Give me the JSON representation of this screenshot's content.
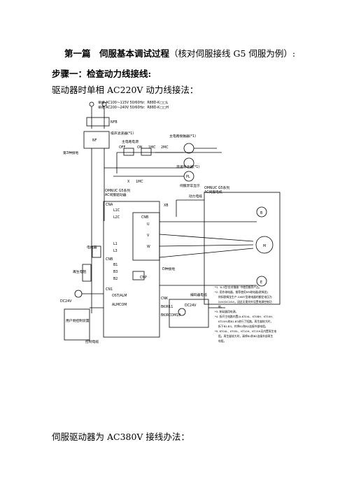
{
  "heading": {
    "title_bold": "第一篇　伺服基本调试过程",
    "title_rest": "（核对伺服接线 G5 伺服为例）:"
  },
  "step1": "步骤一：检查动力线接线:",
  "para_220": "驱动器时单相 AC220V 动力线接法：",
  "para_380": "伺服驱动器为 AC380V 接线办法：",
  "diagram": {
    "power_line1": "单相 AC100～115V 50/60Hz：R88D-K□□L",
    "power_line2": "单相 AC200～240V 50/60Hz：R88D-K□□H",
    "nfb": "NFB",
    "noise_filter": "噪声滤波器(*1)",
    "np": "NF",
    "ground3": "第3种接地",
    "main_circuit_power": "主电路电源",
    "main_contactor": "主电路接触器(*1)",
    "off": "OFF",
    "on": "ON",
    "mc1": "1MC",
    "mc2": "2MC",
    "mc_label": "1MC",
    "x": "X",
    "surge_absorber": "浪涌吸收器(*1)",
    "servo_error": "伺服异常显示",
    "pl": "PL",
    "driver_title1": "OMNUC G5系列",
    "driver_title2": "AC伺服驱动器",
    "motor_title1": "OMNUC G5系列",
    "motor_title2": "AC伺服电机",
    "cna": "CNA",
    "l1c": "L1C",
    "l2c": "L2C",
    "reactor": "电抗器",
    "l1": "L1",
    "l3": "L3",
    "cnb": "CNB",
    "b1": "B1",
    "b3": "B3",
    "b2": "B2",
    "regen_resistor": "再生电阻",
    "cn1": "CN1",
    "ost_alm": "OST/ALM",
    "alm_com": "ALMCOM",
    "dc24v": "DC24V",
    "user_device": "用户侧控制装置",
    "control_cable": "控制电缆",
    "cnb_motor": "CNB",
    "u": "U",
    "v": "V",
    "w": "W",
    "power_cable": "动力电缆",
    "encoder_cable": "编码器电缆",
    "cnp": "CNP",
    "cnk": "CNK",
    "xb": "XB",
    "ground_label": "D种接地",
    "bkir": "BKIR11",
    "bkircom": "BKIRCOM10",
    "dc24v_2": "DC24V",
    "m": "M",
    "b": "B",
    "e": "E",
    "note1": "*1. 'A-3型'应对措施' 中使用推荐产品。",
    "note2": "*2. 用作继电器，推荐使用MY继电器(欧姆龙)",
    "note3": "例如欧姆龙生产 G9MT型继电器的额定电压为",
    "note4": "24V(DC24V)，因此无需另外设置电源控制功",
    "note5": "能。",
    "note6": "*3. 制动器用电源。",
    "note7": "*4. 拆开主电路内置(A-KT04L、KT08H、KT10H、",
    "note8": "KT15H)的B1-B3进行了短路。再生量较大时，",
    "note9": "拆下B2-B3，并将B1和B2连接外部电阻。",
    "note10": "*5. KT04L、KT05L、KT10H、KT15H无内置再生电",
    "note11": "阻。再生量较大时，请将B1和B2连接外部再生",
    "note12": "电阻。"
  }
}
